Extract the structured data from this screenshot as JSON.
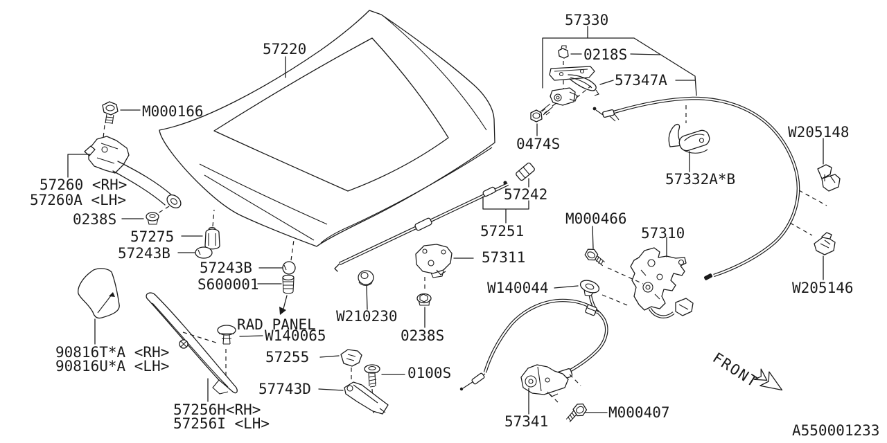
{
  "diagram": {
    "kind": "hood-front-panel-parts-diagram",
    "figure_code": "A550001233",
    "direction_indicator": "FRONT",
    "annotation_note": "RAD PANEL"
  },
  "labels": {
    "p57220": "57220",
    "m000166": "M000166",
    "p57260_rh": "57260 <RH>",
    "p57260a_lh": "57260A <LH>",
    "p0238s_left": "0238S",
    "p57275": "57275",
    "p57243b_left": "57243B",
    "p57243b_right": "57243B",
    "s600001": "S600001",
    "rad_panel": "RAD PANEL",
    "w140065": "W140065",
    "p90816t_rh": "90816T*A <RH>",
    "p90816u_lh": "90816U*A <LH>",
    "p57256h_rh": "57256H<RH>",
    "p57256i_lh": "57256I <LH>",
    "p57255": "57255",
    "p57743d": "57743D",
    "p0100s": "0100S",
    "w210230": "W210230",
    "p0238s_right": "0238S",
    "p57311": "57311",
    "p57251": "57251",
    "p57242": "57242",
    "p57330": "57330",
    "p0218s": "0218S",
    "p57347a": "57347A",
    "p0474s": "0474S",
    "p57332ab": "57332A*B",
    "w205148": "W205148",
    "w205146": "W205146",
    "m000466": "M000466",
    "p57310": "57310",
    "w140044": "W140044",
    "m000407": "M000407",
    "p57341": "57341",
    "front": "FRONT",
    "figure_code": "A550001233"
  }
}
